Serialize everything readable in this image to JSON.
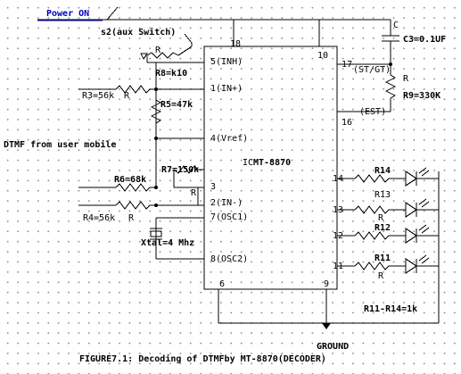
{
  "labels": {
    "power_on": "Power ON",
    "aux_switch": "s2(aux Switch)",
    "c3": "C3=0.1UF",
    "c_small": "C",
    "r_switch": "R",
    "r8": "R8=k10",
    "r3": "R3=56k",
    "r3_r": "R",
    "r5": "R5=47k",
    "r9": "R9=330K",
    "r9_r": "R",
    "dtmf_from_mobile": "DTMF from user mobile",
    "ic": "IC",
    "mt8870": "MT-8870",
    "r7": "R7=150k",
    "r7_r": "R",
    "r6": "R6=68k",
    "r4": "R4=56k",
    "r4_r": "R",
    "xtal": "Xtal=4 Mhz",
    "r14": "R14",
    "r13": "R13",
    "r12": "R12",
    "r11": "R11",
    "r_led": "R",
    "r11_r14": "R11-R14=1k",
    "ground": "GROUND",
    "caption": "FIGURE7.1: Decoding of DTMFby MT-8870(DECODER)"
  },
  "pins": {
    "p18": "18",
    "p10": "10",
    "p5": "5(INH)",
    "p17": "17",
    "st_gt": "(ST/GT)",
    "p1": "1(IN+)",
    "p16": "16",
    "est": "(EST)",
    "p4": "4(Vref)",
    "p14": "14",
    "p3": "3",
    "p2": "2(IN-)",
    "p13": "13",
    "p7": "7(OSC1)",
    "p12": "12",
    "p8": "8(OSC2)",
    "p11": "11",
    "p6": "6",
    "p9": "9"
  },
  "colors": {
    "power_label": "#0000c8",
    "wire": "#000000",
    "grid_dot": "#8a8a8a"
  }
}
